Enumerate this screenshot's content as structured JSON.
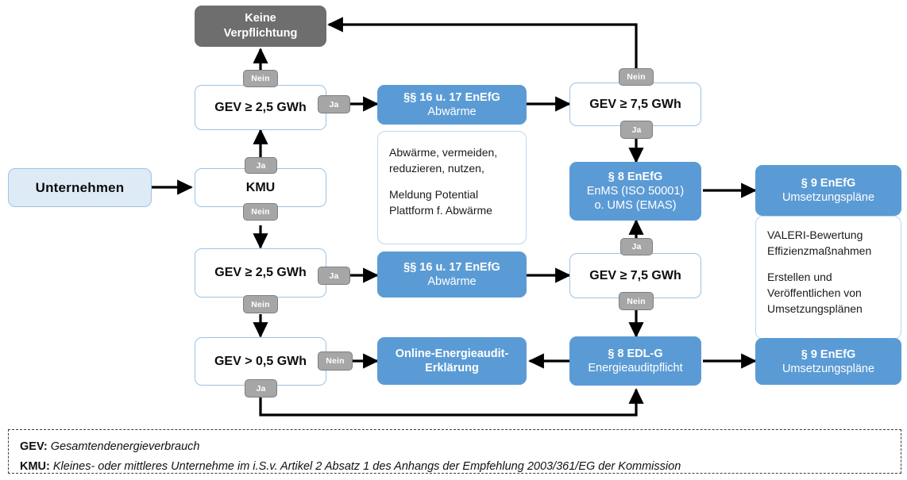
{
  "title": "EnEfG / EDL-G Pflichten Entscheidungsbaum",
  "nodes": {
    "start": {
      "label": "Unternehmen"
    },
    "no_duty": {
      "line1": "Keine",
      "line2": "Verpflichtung"
    },
    "kmu": {
      "label": "KMU"
    },
    "gev25_top": {
      "label": "GEV ≥ 2,5 GWh"
    },
    "gev25_bottom": {
      "label": "GEV ≥ 2,5 GWh"
    },
    "gev05": {
      "label": "GEV > 0,5 GWh"
    },
    "gev75_top": {
      "label": "GEV ≥ 7,5 GWh"
    },
    "gev75_bottom": {
      "label": "GEV ≥ 7,5 GWh"
    },
    "abwaerme_top": {
      "line1": "§§ 16 u. 17 EnEfG",
      "line2": "Abwärme"
    },
    "abwaerme_bottom": {
      "line1": "§§ 16 u. 17 EnEfG",
      "line2": "Abwärme"
    },
    "online_audit": {
      "line1": "Online-Energieaudit-",
      "line2": "Erklärung"
    },
    "par8_enefg": {
      "line1": "§ 8 EnEfG",
      "line2": "EnMS (ISO 50001)",
      "line3": "o. UMS (EMAS)"
    },
    "par8_edlg": {
      "line1": "§ 8 EDL-G",
      "line2": "Energieauditpflicht"
    },
    "par9_top": {
      "line1": "§ 9 EnEfG",
      "line2": "Umsetzungspläne"
    },
    "par9_bottom": {
      "line1": "§ 9 EnEfG",
      "line2": "Umsetzungspläne"
    }
  },
  "notes": {
    "abwaerme": {
      "l1": "Abwärme, vermeiden,",
      "l2": "reduzieren, nutzen,",
      "l3": "Meldung Potential",
      "l4": "Plattform f. Abwärme"
    },
    "umsetzung": {
      "l1": "VALERI-Bewertung",
      "l2": "Effizienzmaßnahmen",
      "l3": "Erstellen und",
      "l4": "Veröffentlichen von",
      "l5": "Umsetzungsplänen"
    }
  },
  "badges": {
    "kmu_ja": "Ja",
    "kmu_nein": "Nein",
    "gev25top_nein": "Nein",
    "gev25top_ja": "Ja",
    "gev75top_nein": "Nein",
    "gev75top_ja": "Ja",
    "gev25bot_ja": "Ja",
    "gev25bot_nein": "Nein",
    "gev75bot_ja": "Ja",
    "gev75bot_nein": "Nein",
    "gev05_nein": "Nein",
    "gev05_ja": "Ja"
  },
  "legend": {
    "rows": [
      {
        "key": "GEV",
        "sep": ": ",
        "value": "Gesamtendenergieverbrauch"
      },
      {
        "key": "KMU",
        "sep": ": ",
        "value": "Kleines- oder mittleres Unternehme im i.S.v. Artikel 2 Absatz 1 des Anhangs der Empfehlung 2003/361/EG der Kommission"
      }
    ]
  },
  "colors": {
    "blue": "#5B9BD5",
    "light_blue": "#DEEAF6",
    "grey": "#6E6E6E",
    "badge_grey": "#A6A6A6",
    "outline_blue": "#9DC3E6",
    "arrow": "#000000"
  }
}
